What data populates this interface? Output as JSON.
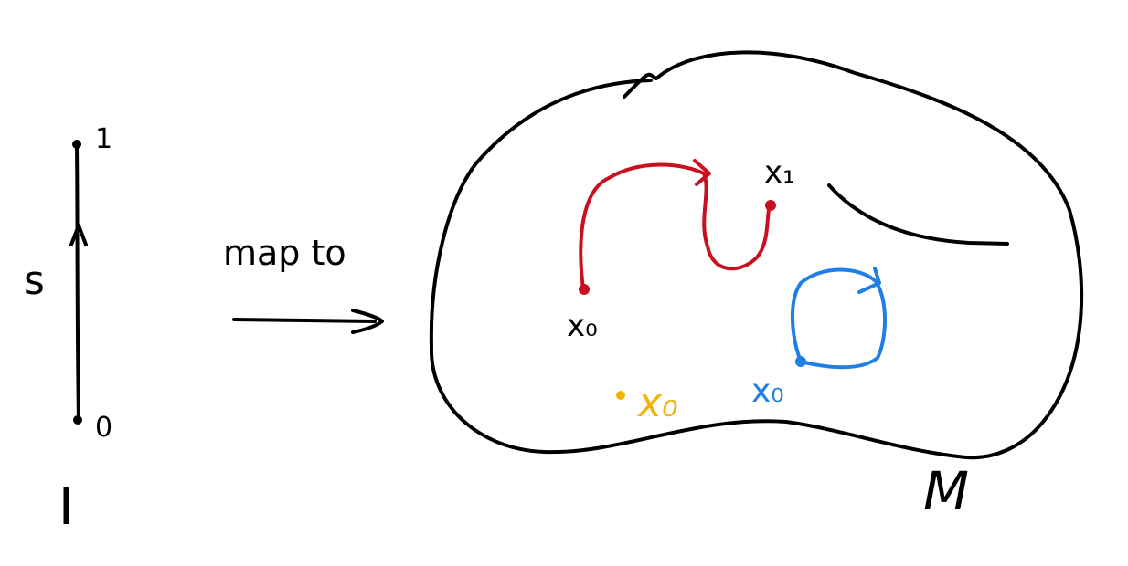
{
  "colors": {
    "ink": "#000000",
    "red_path": "#c8101e",
    "blue_loop": "#1f7fe6",
    "yellow_point": "#f2b40b"
  },
  "interval": {
    "top_label": "1",
    "bottom_label": "0",
    "param_label": "s",
    "name": "I"
  },
  "arrow_label": "map to",
  "manifold": {
    "name": "M",
    "red_start_label": "x₀",
    "red_end_label": "x₁",
    "blue_label": "x₀",
    "yellow_label": "x₀"
  }
}
